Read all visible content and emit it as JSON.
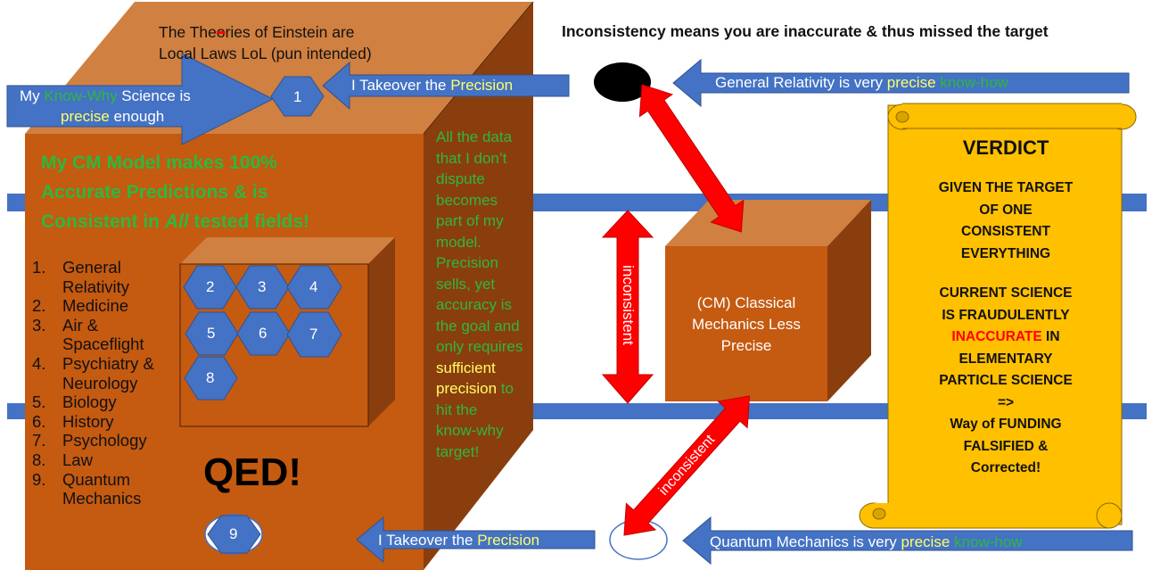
{
  "colors": {
    "box_front": "#c55a11",
    "box_top": "#d08040",
    "box_side": "#8b3e0d",
    "blue": "#4472c4",
    "red": "#ff0000",
    "scroll": "#ffc000",
    "green": "#2db83d",
    "yellow": "#ffff66"
  },
  "top_note": {
    "line1_pre": "The The",
    "line1_struck": "o",
    "line1_post": "ries of Einstein are",
    "line2": "Local Laws LoL (pun intended)"
  },
  "headline": "Inconsistency means you are inaccurate & thus missed the target",
  "arrow_left": {
    "pre": "My ",
    "know_why": "Know-Why",
    "mid": " Science is",
    "precise": "precise",
    "post": " enough"
  },
  "takeover_top": {
    "text": "I Takeover the ",
    "precision": "Precision"
  },
  "takeover_bottom": {
    "text": "I Takeover the ",
    "precision": "Precision"
  },
  "gr_arrow": {
    "text": "General Relativity is very ",
    "precise": "precise",
    "know_how": "know-how"
  },
  "qm_arrow": {
    "text": "Quantum Mechanics is very ",
    "precise": "precise",
    "know_how": "know-how"
  },
  "cm_claim": {
    "l1": "My CM Model makes 100%",
    "l2": "Accurate Predictions & is",
    "l3_pre": "Consistent in ",
    "l3_all": "All",
    "l3_post": " tested fields!"
  },
  "fields": [
    {
      "num": "1.",
      "lines": [
        "General",
        "Relativity"
      ]
    },
    {
      "num": "2.",
      "lines": [
        "Medicine"
      ]
    },
    {
      "num": "3.",
      "lines": [
        "Air &",
        "Spaceflight"
      ]
    },
    {
      "num": "4.",
      "lines": [
        "Psychiatry &",
        "Neurology"
      ]
    },
    {
      "num": "5.",
      "lines": [
        "Biology"
      ]
    },
    {
      "num": "6.",
      "lines": [
        "History"
      ]
    },
    {
      "num": "7.",
      "lines": [
        "Psychology"
      ]
    },
    {
      "num": "8.",
      "lines": [
        "Law"
      ]
    },
    {
      "num": "9.",
      "lines": [
        "Quantum",
        "Mechanics"
      ]
    }
  ],
  "qed": "QED!",
  "hexes": [
    "1",
    "2",
    "3",
    "4",
    "5",
    "6",
    "7",
    "8",
    "9"
  ],
  "side_text": {
    "lines": [
      "All the data",
      "that I don’t",
      "dispute",
      "becomes",
      "part of my",
      "model.",
      "Precision",
      "sells, yet",
      "accuracy is",
      "the goal and",
      "only requires"
    ],
    "yl1": "sufficient",
    "yl2_y": "precision",
    "yl2_g": " to",
    "tail": [
      "hit the",
      "know-why",
      "target!"
    ]
  },
  "cm_box": {
    "l1": "(CM) Classical",
    "l2": "Mechanics Less",
    "l3": "Precise"
  },
  "inconsistent": {
    "diag_top": "inconsistent",
    "vertical": "inconsistent",
    "diag_bottom": "inconsistent"
  },
  "verdict": {
    "title": "VERDICT",
    "l1": "GIVEN THE TARGET",
    "l2": "OF ONE",
    "l3": "CONSISTENT",
    "l4": "EVERYTHING",
    "l5": "CURRENT SCIENCE",
    "l6": "IS FRAUDULENTLY",
    "l7_red": "INACCURATE",
    "l7_post": " IN",
    "l8": "ELEMENTARY",
    "l9": "PARTICLE SCIENCE",
    "l10": "=>",
    "l11": "Way of FUNDING",
    "l12": "FALSIFIED &",
    "l13": "Corrected!"
  }
}
